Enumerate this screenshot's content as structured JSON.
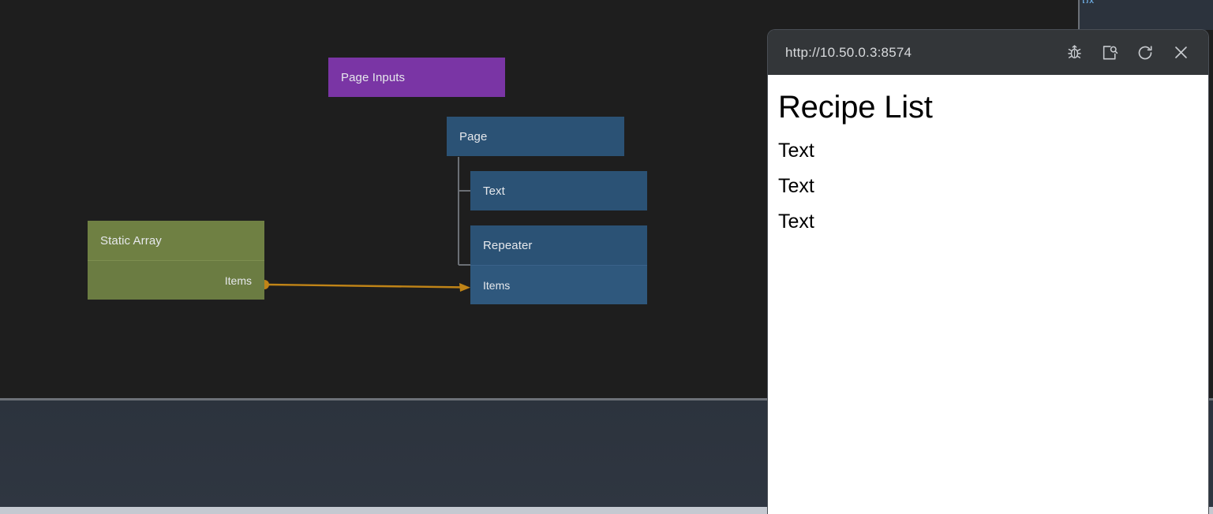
{
  "app": {
    "canvas_background": "#1e1e1e",
    "clipped_tab_label": "px"
  },
  "graph": {
    "nodes": [
      {
        "id": "page-inputs",
        "title": "Page Inputs",
        "color": "#7a35a5",
        "ports": []
      },
      {
        "id": "page",
        "title": "Page",
        "color": "#2b5275",
        "ports": []
      },
      {
        "id": "text",
        "title": "Text",
        "color": "#2b5275",
        "ports": []
      },
      {
        "id": "repeater",
        "title": "Repeater",
        "color": "#2b5275",
        "ports": [
          {
            "name": "Items",
            "direction": "input"
          }
        ]
      },
      {
        "id": "static-array",
        "title": "Static Array",
        "color": "#6f8043",
        "ports": [
          {
            "name": "Items",
            "direction": "output"
          }
        ]
      }
    ],
    "connections": [
      {
        "from_node": "static-array",
        "from_port": "Items",
        "to_node": "repeater",
        "to_port": "Items",
        "color": "#c08417"
      }
    ],
    "tree_edges": [
      {
        "parent": "page",
        "child": "text"
      },
      {
        "parent": "page",
        "child": "repeater"
      }
    ]
  },
  "preview": {
    "url": "http://10.50.0.3:8574",
    "toolbar": [
      {
        "name": "debug-bug-icon",
        "label": "Debug"
      },
      {
        "name": "inspect-page-icon",
        "label": "Inspect"
      },
      {
        "name": "reload-icon",
        "label": "Reload"
      },
      {
        "name": "close-icon",
        "label": "Close"
      }
    ],
    "page": {
      "heading": "Recipe List",
      "items": [
        "Text",
        "Text",
        "Text"
      ]
    }
  }
}
